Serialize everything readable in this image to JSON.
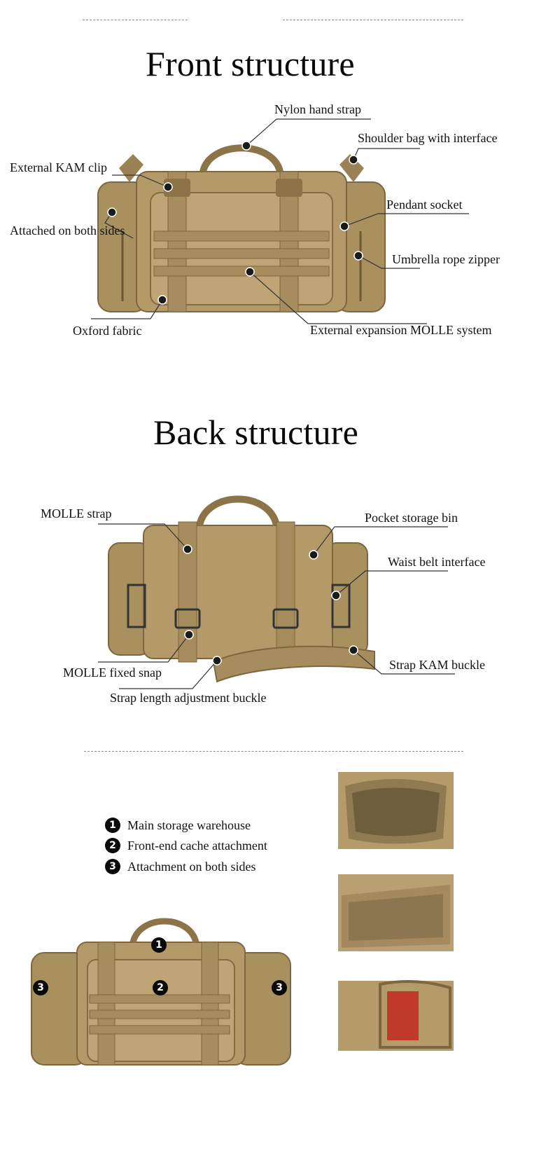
{
  "front": {
    "title": "Front structure",
    "labels": {
      "nylon_hand_strap": "Nylon hand strap",
      "shoulder_bag_interface": "Shoulder bag with interface",
      "external_kam_clip": "External KAM clip",
      "pendant_socket": "Pendant socket",
      "attached_both_sides": "Attached on both sides",
      "umbrella_rope_zipper": "Umbrella rope zipper",
      "oxford_fabric": "Oxford fabric",
      "molle_system": "External expansion MOLLE system"
    }
  },
  "back": {
    "title": "Back structure",
    "labels": {
      "molle_strap": "MOLLE strap",
      "pocket_storage_bin": "Pocket storage bin",
      "waist_belt_interface": "Waist belt interface",
      "strap_kam_buckle": "Strap KAM buckle",
      "molle_fixed_snap": "MOLLE fixed snap",
      "strap_length_buckle": "Strap length adjustment buckle"
    }
  },
  "compartments": {
    "items": [
      {
        "num": "1",
        "text": "Main storage warehouse"
      },
      {
        "num": "2",
        "text": "Front-end cache attachment"
      },
      {
        "num": "3",
        "text": "Attachment on both sides"
      }
    ],
    "photo_markers": [
      "1",
      "2",
      "3",
      "3"
    ]
  },
  "colors": {
    "bag": "#b49a68",
    "bag_dark": "#8c7448",
    "bag_light": "#c9b083",
    "line": "#333333",
    "dash": "#8a8a8a"
  }
}
